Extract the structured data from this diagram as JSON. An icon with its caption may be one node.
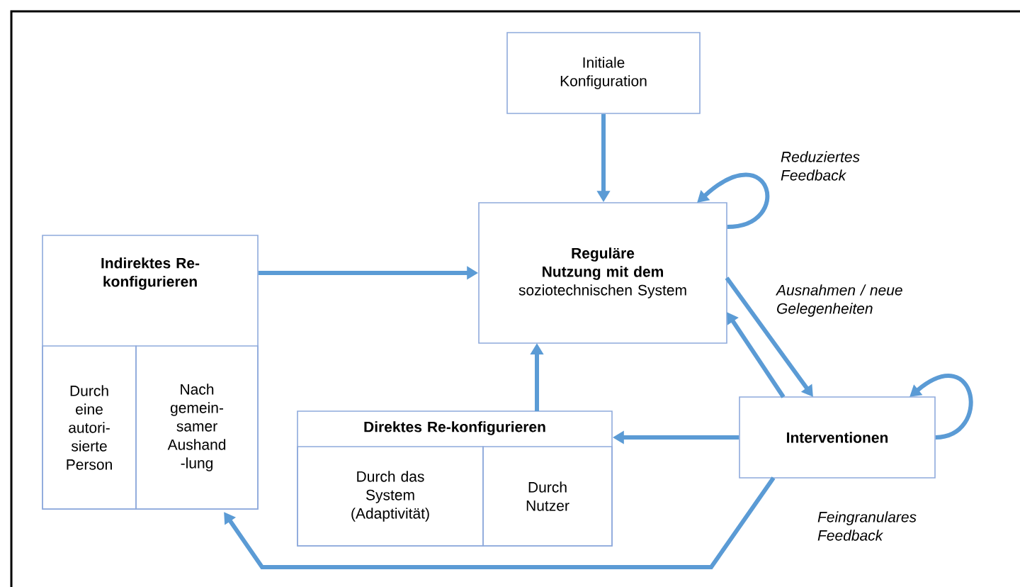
{
  "diagram": {
    "nodes": [
      {
        "text": [
          "Initiale Konfiguration"
        ]
      },
      {
        "text": [
          "Reguläre Nutzung mit dem",
          "soziotechnischen System"
        ]
      },
      {
        "text": [
          "Indirektes Re- konfigurieren"
        ]
      },
      {
        "text": [
          "Durch eine autori- sierte Person"
        ],
        "in": 2
      },
      {
        "text": [
          "Nach gemein- samer Aushand -lung"
        ],
        "in": 2
      },
      {
        "text": [
          "Direktes Re-konfigurieren"
        ]
      },
      {
        "text": [
          "Durch das System (Adaptivität)"
        ],
        "in": 5
      },
      {
        "text": [
          "Durch Nutzer"
        ],
        "in": 5
      },
      {
        "text": [
          "Interventionen"
        ]
      }
    ],
    "edges": [
      {
        "from": 0,
        "to": 1,
        "arrow": "to"
      },
      {
        "from": 2,
        "to": 1,
        "arrow": "to"
      },
      {
        "from": 5,
        "to": 1,
        "arrow": "to"
      },
      {
        "from": 1,
        "to": 1,
        "arrow": "to",
        "label": "Reduziertes Feedback"
      },
      {
        "from": 1,
        "to": 8,
        "arrow": "to",
        "label": "Ausnahmen / neue Gelegenheiten"
      },
      {
        "from": 8,
        "to": 1,
        "arrow": "to"
      },
      {
        "from": 8,
        "to": 5,
        "arrow": "to"
      },
      {
        "from": 8,
        "to": 8,
        "arrow": "to"
      },
      {
        "from": 8,
        "to": 2,
        "arrow": "to",
        "label": "Feingranulares Feedback"
      }
    ]
  }
}
